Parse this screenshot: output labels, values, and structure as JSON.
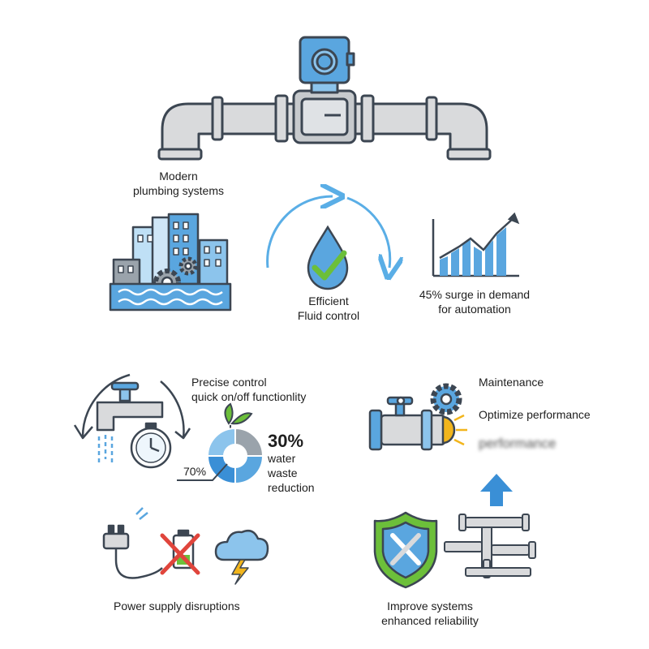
{
  "top": {
    "label_line1": "Modern",
    "label_line2": "plumbing systems"
  },
  "efficient": {
    "line1": "Efficient",
    "line2": "Fluid control"
  },
  "demand": {
    "line1": "45% surge in demand",
    "line2": "for automation"
  },
  "precise": {
    "line1": "Precise control",
    "line2": "quick on/off functionlity"
  },
  "waste": {
    "percent": "30%",
    "line1": "water",
    "line2": "waste",
    "line3": "reduction",
    "pie_label": "70%"
  },
  "maintenance": {
    "line1": "Maintenance",
    "line2": "Optimize performance",
    "blurred": "performance"
  },
  "power": {
    "label": "Power supply disruptions"
  },
  "reliability": {
    "line1": "Improve systems",
    "line2": "enhanced reliability"
  },
  "colors": {
    "blue": "#3a8fd6",
    "light_blue": "#8cc4ec",
    "gray_pipe": "#d9dadc",
    "outline": "#3c4652",
    "green": "#6cbf3a",
    "red": "#e0453c",
    "yellow": "#f2b51c"
  }
}
